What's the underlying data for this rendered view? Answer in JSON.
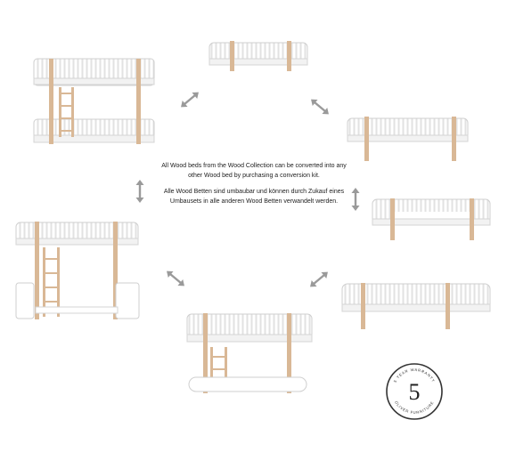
{
  "description_en": "All Wood beds from the Wood Collection can be converted into any other Wood bed by purchasing a conversion kit.",
  "description_de": "Alle Wood Betten sind umbaubar und können durch Zukauf eines Umbausets in alle anderen Wood Betten verwandelt werden.",
  "badge": {
    "number": "5",
    "top_text": "5 YEAR WARRANTY",
    "bottom_text": "OLIVER FURNITURE"
  },
  "colors": {
    "wood": "#d9b896",
    "frame": "#ffffff",
    "outline": "#cfcfcf",
    "arrow": "#9a9a9a",
    "badge_ring": "#333333"
  },
  "beds": [
    {
      "icon": "bunk-bed-icon"
    },
    {
      "icon": "junior-bed-icon"
    },
    {
      "icon": "day-bed-icon"
    },
    {
      "icon": "low-bed-icon"
    },
    {
      "icon": "sofa-bed-icon"
    },
    {
      "icon": "loft-bed-half-high-icon"
    },
    {
      "icon": "loft-bed-high-icon"
    }
  ]
}
